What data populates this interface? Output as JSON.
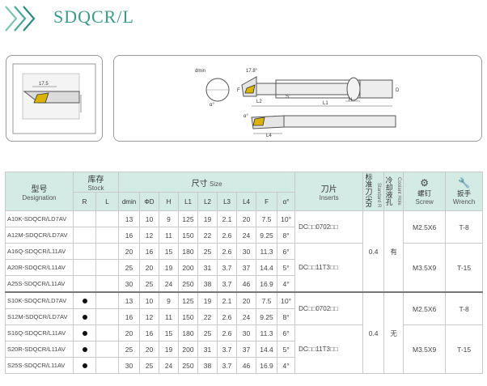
{
  "header": {
    "title": "SDQCR/L"
  },
  "diagram": {
    "labels": {
      "d175": "17.5",
      "dmin": "dmin",
      "d178": "17.8°",
      "f": "F",
      "l2": "L2",
      "s": "S",
      "l1": "L1",
      "h": "H",
      "d": "D",
      "alpha": "α°",
      "l4": "L4",
      "alpha2": "α°"
    }
  },
  "table": {
    "headers": {
      "model_cn": "型号",
      "model_en": "Designation",
      "stock_cn": "库存",
      "stock_en": "Stock",
      "size_cn": "尺寸",
      "size_en": "Size",
      "inserts_cn": "刀片",
      "inserts_en": "Inserts",
      "radius_cn": "标准刀尖R",
      "radius_en": "Standard R",
      "coolant_cn": "冷却液孔",
      "coolant_en": "Coolant Hole",
      "screw_cn": "螺钉",
      "screw_en": "Screw",
      "wrench_cn": "扳手",
      "wrench_en": "Wrench",
      "r": "R",
      "l": "L",
      "cols": [
        "dmin",
        "ΦD",
        "H",
        "L1",
        "L2",
        "L3",
        "L4",
        "F",
        "α°"
      ]
    },
    "rows": [
      {
        "designation": "A10K-SDQCR/LD7AV",
        "r": false,
        "l": false,
        "v": [
          "13",
          "10",
          "9",
          "125",
          "19",
          "2.1",
          "20",
          "7.5",
          "10°"
        ]
      },
      {
        "designation": "A12M-SDQCR/LD7AV",
        "r": false,
        "l": false,
        "v": [
          "16",
          "12",
          "11",
          "150",
          "22",
          "2.6",
          "24",
          "9.25",
          "8°"
        ]
      },
      {
        "designation": "A16Q-SDQCR/L11AV",
        "r": false,
        "l": false,
        "v": [
          "20",
          "16",
          "15",
          "180",
          "25",
          "2.6",
          "30",
          "11.3",
          "6°"
        ]
      },
      {
        "designation": "A20R-SDQCR/L11AV",
        "r": false,
        "l": false,
        "v": [
          "25",
          "20",
          "19",
          "200",
          "31",
          "3.7",
          "37",
          "14.4",
          "5°"
        ]
      },
      {
        "designation": "A25S-SDQCR/L11AV",
        "r": false,
        "l": false,
        "v": [
          "30",
          "25",
          "24",
          "250",
          "38",
          "3.7",
          "46",
          "16.9",
          "4°"
        ]
      },
      {
        "designation": "S10K-SDQCR/LD7AV",
        "r": true,
        "l": false,
        "v": [
          "13",
          "10",
          "9",
          "125",
          "19",
          "2.1",
          "20",
          "7.5",
          "10°"
        ]
      },
      {
        "designation": "S12M-SDQCR/LD7AV",
        "r": true,
        "l": false,
        "v": [
          "16",
          "12",
          "11",
          "150",
          "22",
          "2.6",
          "24",
          "9.25",
          "8°"
        ]
      },
      {
        "designation": "S16Q-SDQCR/L11AV",
        "r": true,
        "l": false,
        "v": [
          "20",
          "16",
          "15",
          "180",
          "25",
          "2.6",
          "30",
          "11.3",
          "6°"
        ]
      },
      {
        "designation": "S20R-SDQCR/L11AV",
        "r": true,
        "l": false,
        "v": [
          "25",
          "20",
          "19",
          "200",
          "31",
          "3.7",
          "37",
          "14.4",
          "5°"
        ]
      },
      {
        "designation": "S25S-SDQCR/L11AV",
        "r": true,
        "l": false,
        "v": [
          "30",
          "25",
          "24",
          "250",
          "38",
          "3.7",
          "46",
          "16.9",
          "4°"
        ]
      }
    ],
    "groups": [
      {
        "inserts": [
          "DC□□0702□□",
          "DC□□11T3□□"
        ],
        "radius": "0.4",
        "coolant": "有",
        "screw": [
          "M2.5X6",
          "M3.5X9"
        ],
        "wrench": [
          "T-8",
          "T-15"
        ]
      },
      {
        "inserts": [
          "DC□□0702□□",
          "DC□□11T3□□"
        ],
        "radius": "0.4",
        "coolant": "无",
        "screw": [
          "M2.5X6",
          "M3.5X9"
        ],
        "wrench": [
          "T-8",
          "T-15"
        ]
      }
    ]
  }
}
